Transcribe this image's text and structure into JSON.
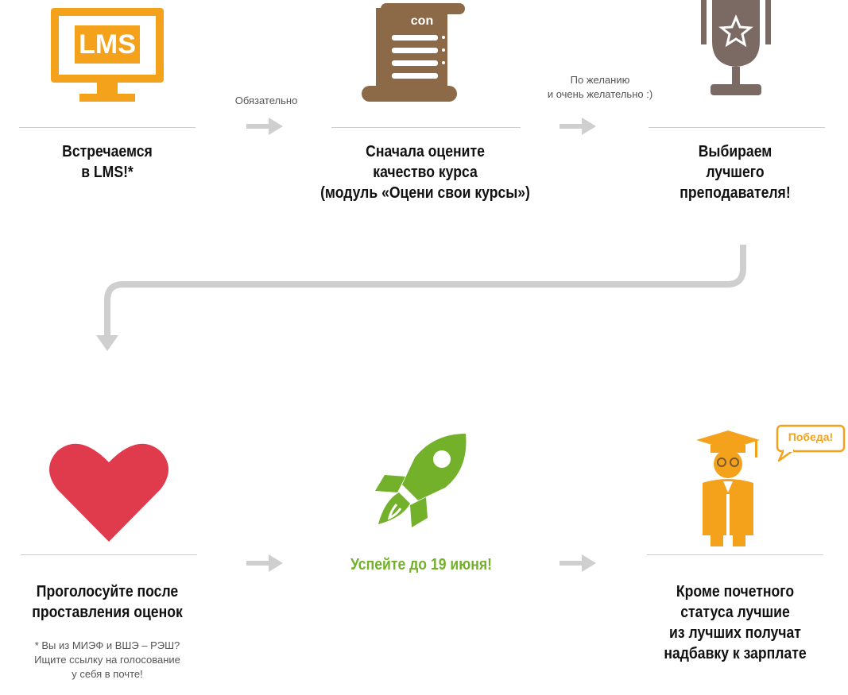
{
  "colors": {
    "orange": "#f4a21c",
    "brown": "#8c6a48",
    "grey_brown": "#7a6a63",
    "red": "#e03a4d",
    "green": "#73b12a",
    "arrow_grey": "#cfcfcf"
  },
  "icons": {
    "lms_monitor": "monitor-icon",
    "syllabus": "scroll-icon",
    "trophy": "trophy-icon",
    "heart": "heart-icon",
    "rocket": "rocket-icon",
    "graduate": "graduate-icon"
  },
  "top_row": {
    "step1": {
      "icon_label": "LMS",
      "title": "Встречаемся\nв LMS!*"
    },
    "connector1": {
      "label": "Обязательно"
    },
    "step2": {
      "icon_label": "con",
      "title": "Сначала оцените\nкачество курса\n(модуль «Оцени свои курсы»)"
    },
    "connector2": {
      "label": "По желанию\nи очень желательно :)"
    },
    "step3": {
      "title": "Выбираем\nлучшего\nпреподавателя!"
    }
  },
  "bottom_row": {
    "step4": {
      "title": "Проголосуйте после\nпроставления оценок",
      "note": "* Вы из МИЭФ и ВШЭ – РЭШ?\nИщите ссылку на голосование\nу себя в почте!"
    },
    "deadline": {
      "label": "Успейте до 19 июня!"
    },
    "step6": {
      "bubble": "Победа!",
      "title": "Кроме почетного\nстатуса лучшие\nиз лучших получат\nнадбавку к зарплате"
    }
  }
}
